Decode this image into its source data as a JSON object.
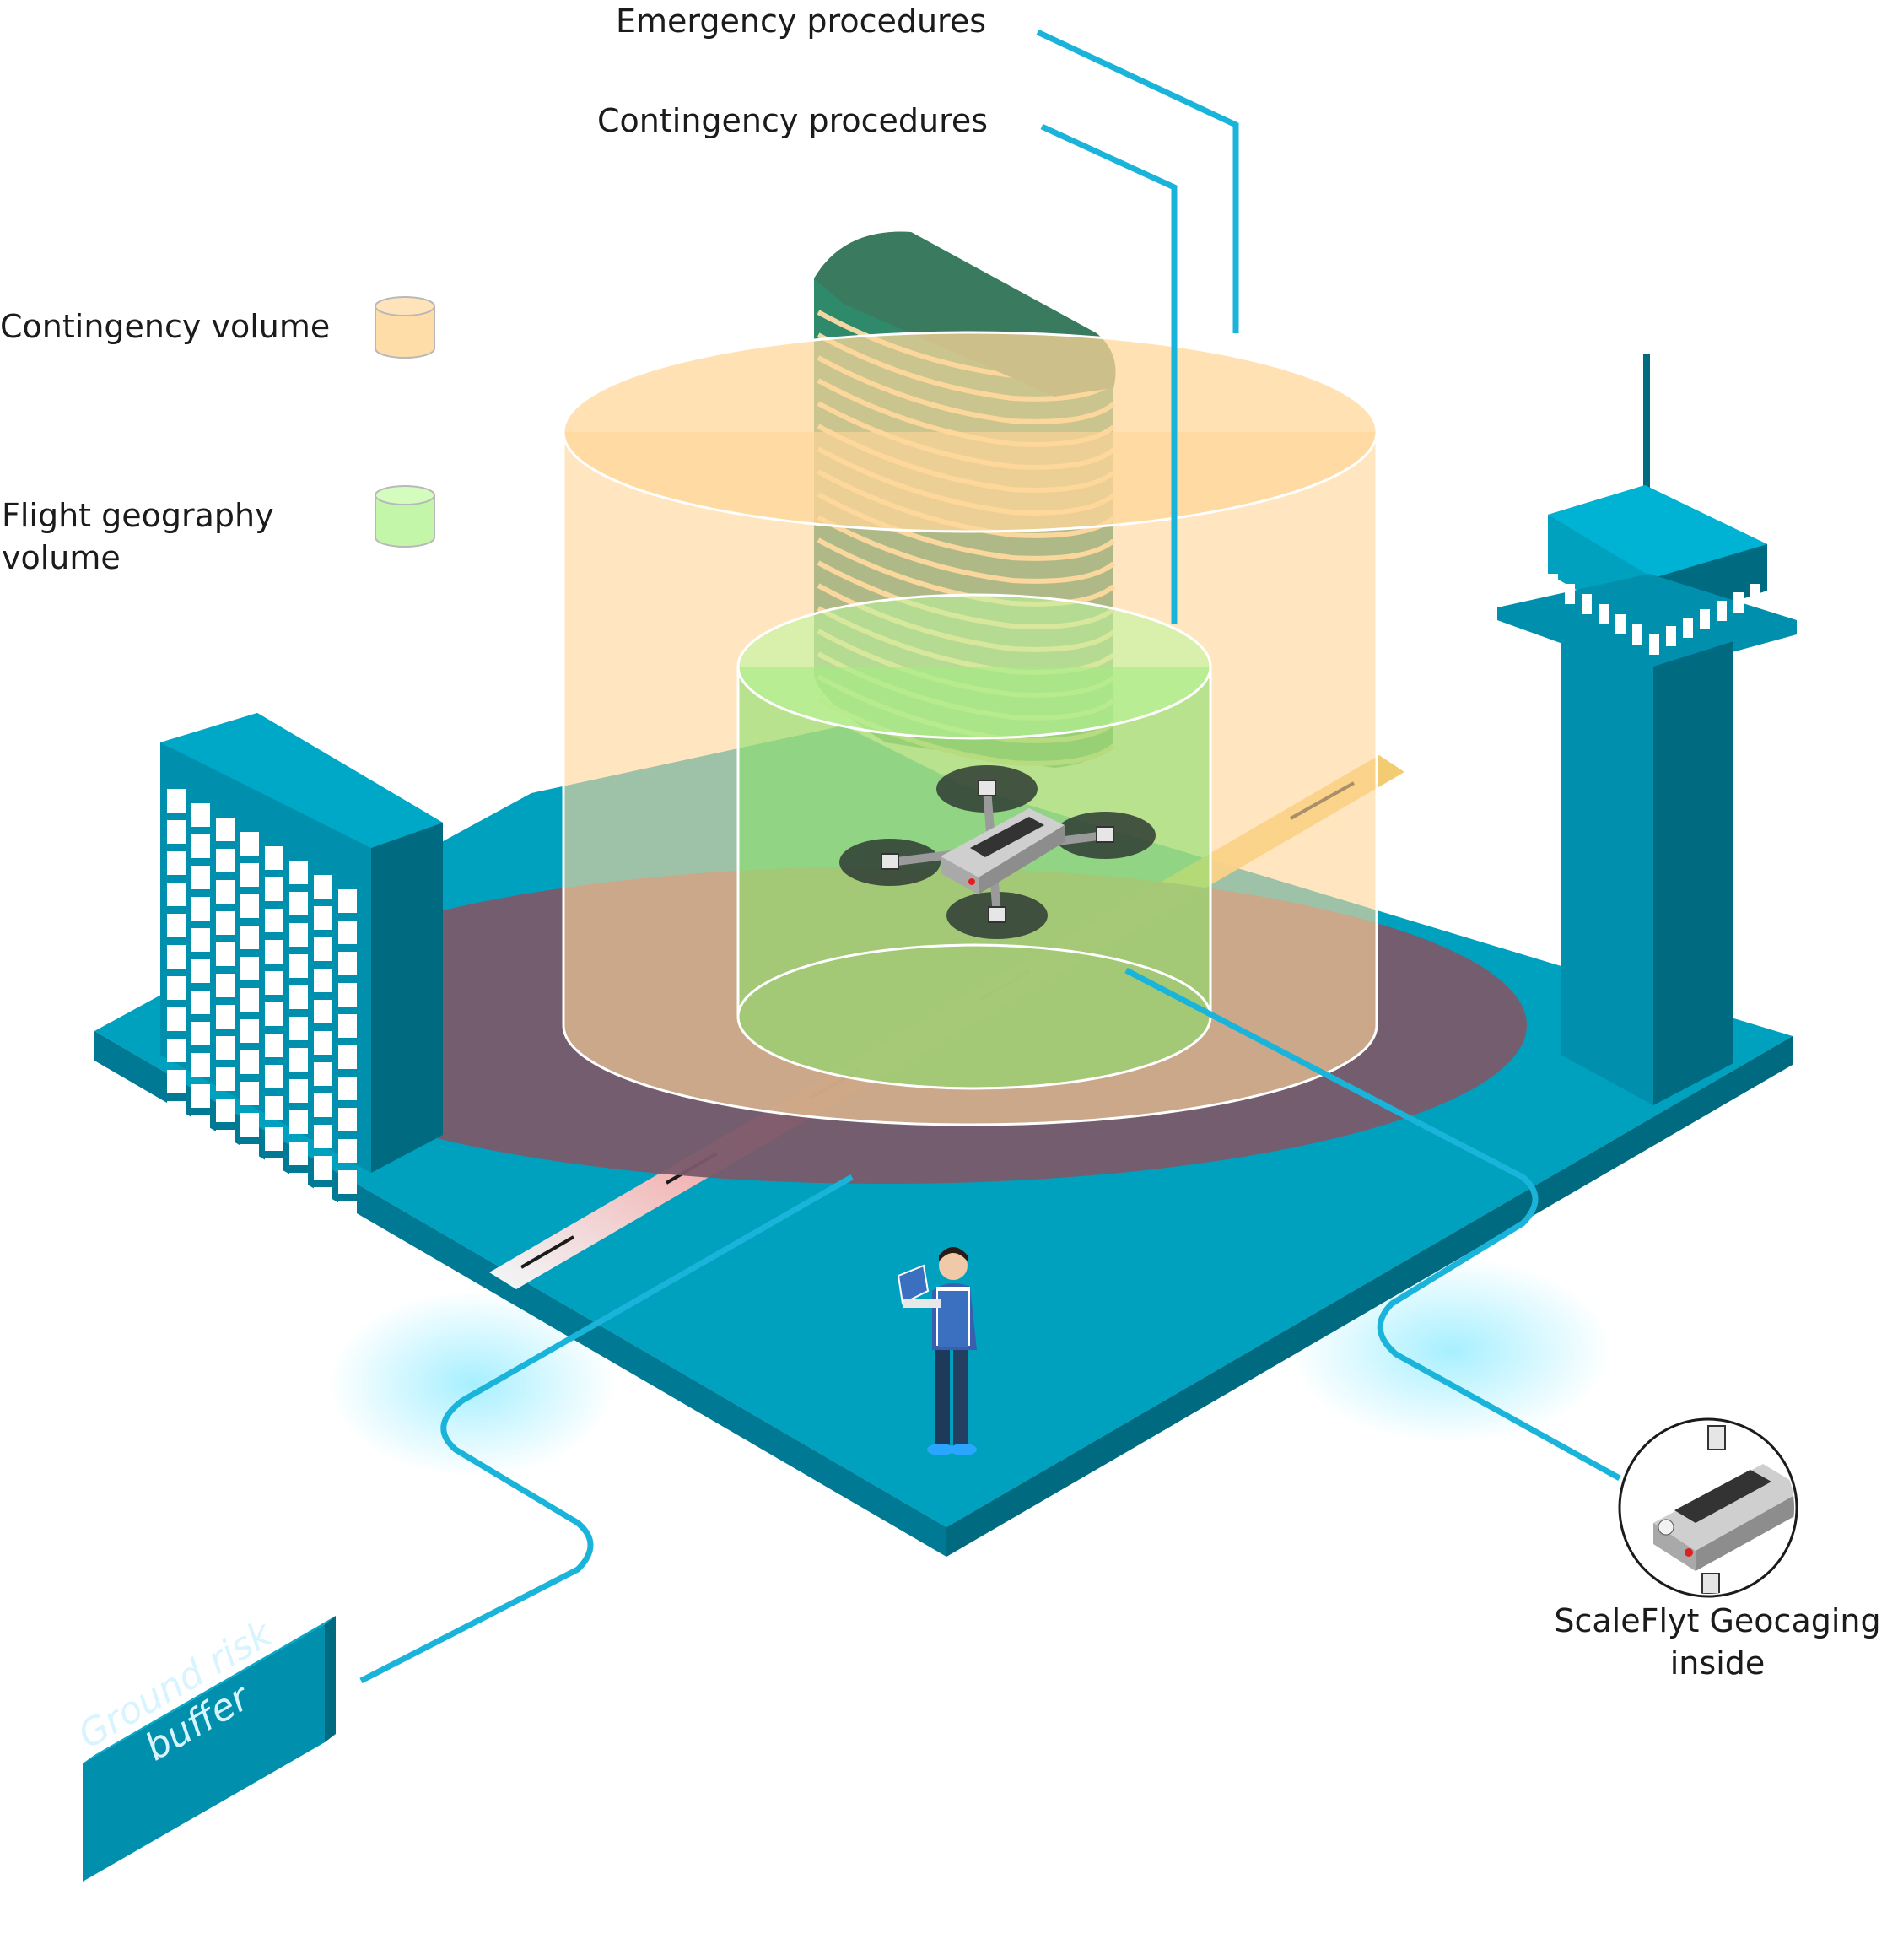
{
  "labels": {
    "emergency_procedures": "Emergency procedures",
    "contingency_procedures": "Contingency procedures",
    "contingency_volume": "Contingency volume",
    "flight_geography_line1": "Flight geography",
    "flight_geography_line2": "volume",
    "scaleflyt_line1": "ScaleFlyt Geocaging",
    "scaleflyt_line2": "inside",
    "ground_risk_line1": "Ground risk",
    "ground_risk_line2": "buffer"
  },
  "colors": {
    "platform_top": "#00a0bf",
    "platform_side": "#007a94",
    "building": "#0090ad",
    "building_dark": "#006b80",
    "contingency_volume": "#ffd79a",
    "flight_geography_volume": "#b9f59a",
    "ground_risk_buffer": "#7a5a6a",
    "callout_line": "#1ab4da"
  },
  "icons": {
    "contingency_volume": "cylinder-orange-icon",
    "flight_geography_volume": "cylinder-green-icon",
    "drone": "quadcopter-drone",
    "pilot": "pilot-with-controller",
    "control_tower": "control-tower",
    "office_building": "office-building",
    "tall_building": "tall-building"
  }
}
